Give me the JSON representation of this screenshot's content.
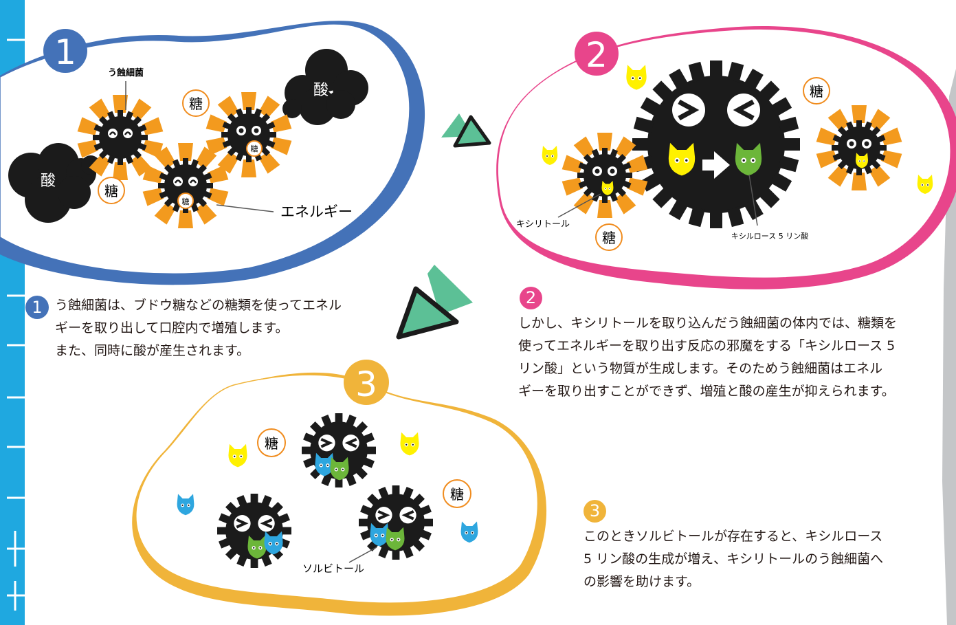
{
  "colors": {
    "left_stripe": "#1fa8e0",
    "right_stripe": "#c4c6c8",
    "panel1": "#4472b8",
    "panel2": "#e8458b",
    "panel3": "#f0b43a",
    "bacteria": "#1b1b1b",
    "spikes": "#f39a1e",
    "sugar_ring": "#f08c1e",
    "arrow_green": "#5cc096",
    "xylitol": "#fff100",
    "xylulose_phosphate": "#6cb63a",
    "sorbitol": "#2ea6df"
  },
  "panel1": {
    "number": "1",
    "label_bacteria": "う蝕細菌",
    "label_sugar": "糖",
    "label_acid": "酸",
    "label_energy": "エネルギー"
  },
  "panel2": {
    "number": "2",
    "label_sugar": "糖",
    "label_xylitol": "キシリトール",
    "label_xylulose": "キシルロース 5 リン酸"
  },
  "panel3": {
    "number": "3",
    "label_sugar": "糖",
    "label_sorbitol": "ソルビトール"
  },
  "text1": {
    "number": "1",
    "lines": [
      "う蝕細菌は、ブドウ糖などの糖類を使ってエネル",
      "ギーを取り出して口腔内で増殖します。",
      "また、同時に酸が産生されます。"
    ]
  },
  "text2": {
    "number": "2",
    "lines": [
      "しかし、キシリトールを取り込んだう蝕細菌の体内では、糖類を",
      "使ってエネルギーを取り出す反応の邪魔をする「キシルロース 5",
      "リン酸」という物質が生成します。そのためう蝕細菌はエネル",
      "ギーを取り出すことができず、増殖と酸の産生が抑えられます。"
    ]
  },
  "text3": {
    "number": "3",
    "lines": [
      "このときソルビトールが存在すると、キシルロース",
      "5 リン酸の生成が増え、キシリトールのう蝕細菌へ",
      "の影響を助けます。"
    ]
  }
}
